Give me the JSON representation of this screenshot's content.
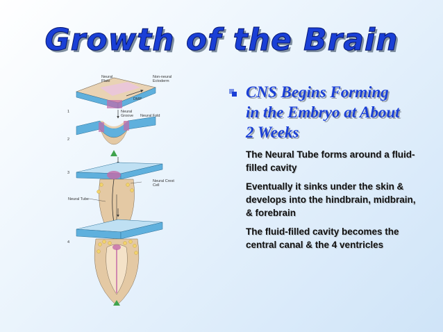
{
  "title": "Growth of the Brain",
  "main_bullet": [
    "CNS Begins Forming",
    "in the Embryo at About",
    "2 Weeks"
  ],
  "sub_bullets": [
    [
      "The Neural Tube forms around a fluid-",
      "filled cavity"
    ],
    [
      "Eventually it sinks under the skin &",
      "develops into the hindbrain, midbrain,",
      "& forebrain"
    ],
    [
      "The fluid-filled cavity becomes the",
      "central canal & the 4 ventricles"
    ]
  ],
  "diagram": {
    "labels": {
      "neural_plate": [
        "Neural",
        "Plate"
      ],
      "non_neural_ectoderm": [
        "Non-neural",
        "Ectoderm"
      ],
      "dmp": "DMP",
      "neural_groove": [
        "Neural",
        "Groove"
      ],
      "neural_fold": "Neural Fold",
      "neural_crest_cell": [
        "Neural Crest",
        "Cell"
      ],
      "neural_tube": "Neural Tube"
    },
    "stages": [
      "1",
      "2",
      "3",
      "4"
    ]
  },
  "colors": {
    "title_blue": "#1a3fd6",
    "skin_blue": "#5fb0dd",
    "tissue_tan": "#e4c9a4",
    "neural_pink": "#c46aa8",
    "notochord_green": "#3fa34d",
    "crest_yellow": "#f2d36b"
  }
}
